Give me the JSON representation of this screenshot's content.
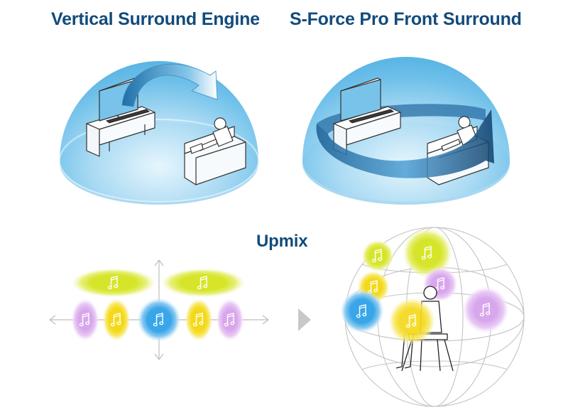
{
  "titles": {
    "left": "Vertical Surround Engine",
    "right": "S-Force Pro Front Surround",
    "bottom": "Upmix"
  },
  "colors": {
    "heading": "#124b7c",
    "dome": "#5fb9e6",
    "dome_glow": "#cdeaf8",
    "arrow": "#3e8fc0",
    "lime_bubble": "#d8e630",
    "yellow_bubble": "#f5dc1e",
    "blue_bubble": "#3aa8e8",
    "purple_bubble": "#d9a8ec",
    "divider_arrow": "#c8c8c8"
  },
  "icons": {
    "sound_bubble": "music-note-icon",
    "transition": "chevron-right-icon"
  }
}
